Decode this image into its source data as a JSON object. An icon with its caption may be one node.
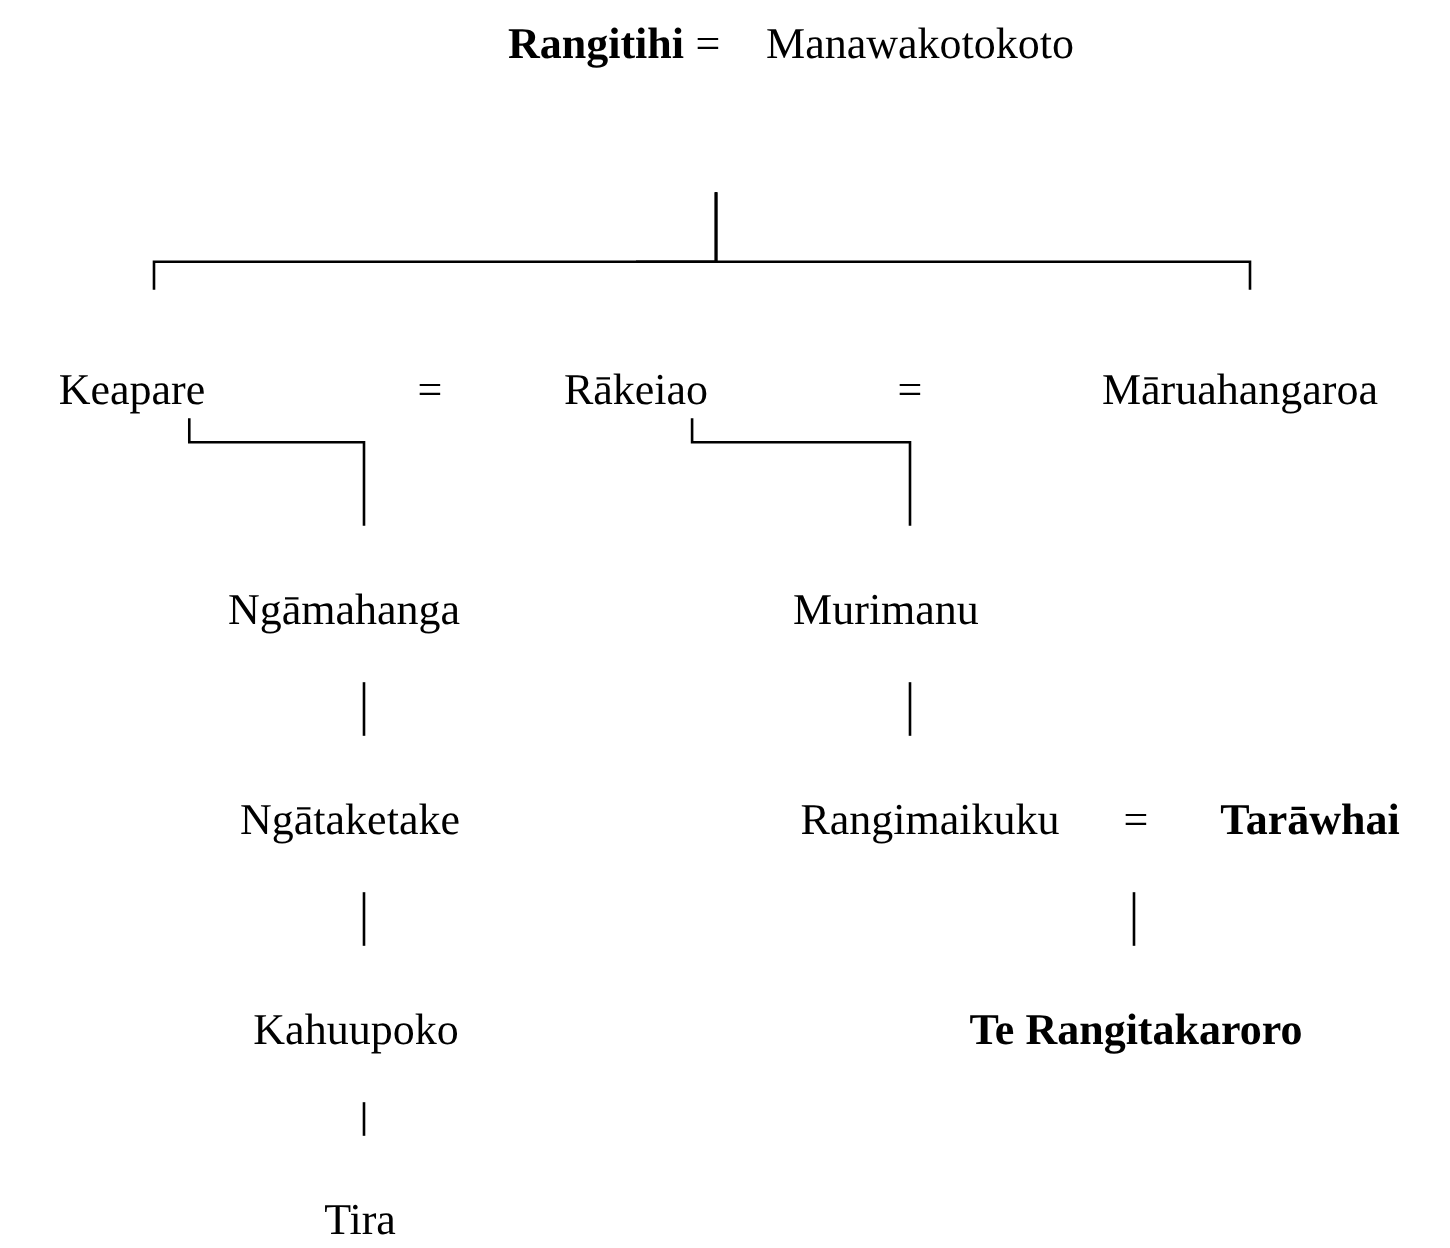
{
  "diagram": {
    "nodes": [
      {
        "text": [
          "**Rangitihi**"
        ]
      },
      {
        "text": [
          "Manawakotokoto"
        ]
      },
      {
        "text": [
          "Keapare"
        ]
      },
      {
        "text": [
          "Rākeiao"
        ]
      },
      {
        "text": [
          "Māruahangaroa"
        ]
      },
      {
        "text": [
          "Ngāmahanga"
        ]
      },
      {
        "text": [
          "Murimanu"
        ]
      },
      {
        "text": [
          "Ngātaketake"
        ]
      },
      {
        "text": [
          "Rangimaikuku"
        ]
      },
      {
        "text": [
          "**Tarāwhai**"
        ]
      },
      {
        "text": [
          "Kahuupoko"
        ]
      },
      {
        "text": [
          "**Te Rangitakaroro**"
        ]
      },
      {
        "text": [
          "Tira"
        ]
      }
    ],
    "edges": [
      {
        "from": 0,
        "to": 2,
        "arrow": "none"
      },
      {
        "from": 0,
        "to": 3,
        "arrow": "none"
      },
      {
        "from": 0,
        "to": 4,
        "arrow": "none"
      },
      {
        "from": 2,
        "to": 5,
        "arrow": "none"
      },
      {
        "from": 3,
        "to": 6,
        "arrow": "none"
      },
      {
        "from": 5,
        "to": 7,
        "arrow": "none"
      },
      {
        "from": 6,
        "to": 8,
        "arrow": "none"
      },
      {
        "from": 7,
        "to": 10,
        "arrow": "none"
      },
      {
        "from": 8,
        "to": 11,
        "arrow": "none"
      },
      {
        "from": 10,
        "to": 12,
        "arrow": "none"
      }
    ],
    "labels": [
      "=",
      "=",
      "=",
      "="
    ]
  }
}
